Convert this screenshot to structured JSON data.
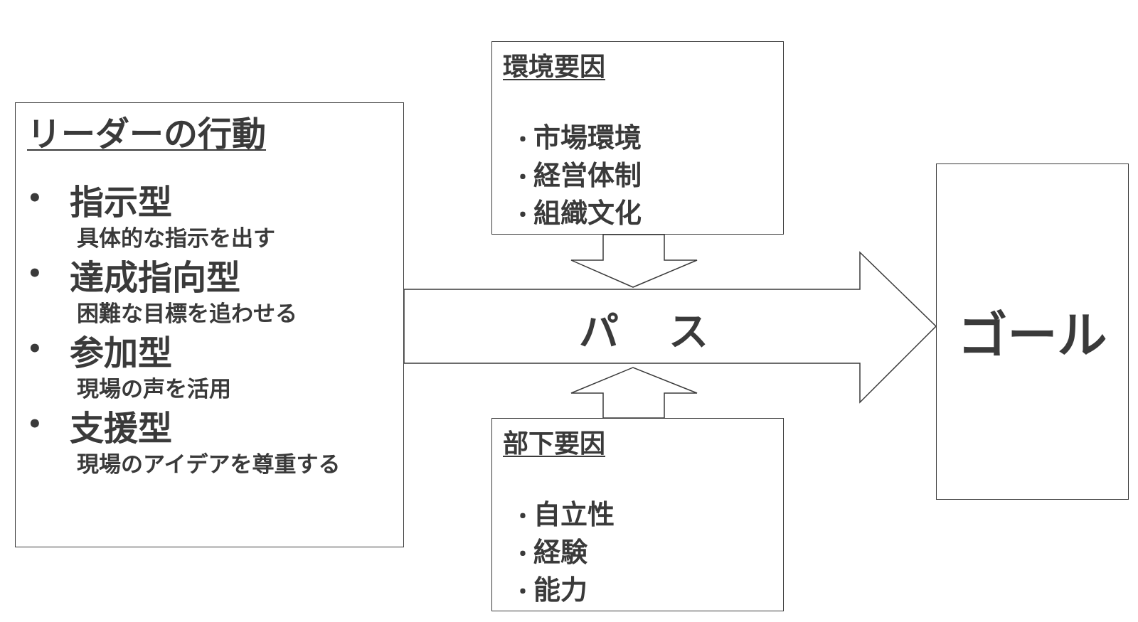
{
  "leader": {
    "title": "リーダーの行動",
    "items": [
      {
        "bullet": "•",
        "name": "指示型",
        "desc": "具体的な指示を出す"
      },
      {
        "bullet": "•",
        "name": "達成指向型",
        "desc": "困難な目標を追わせる"
      },
      {
        "bullet": "•",
        "name": "参加型",
        "desc": "現場の声を活用"
      },
      {
        "bullet": "•",
        "name": "支援型",
        "desc": "現場のアイデアを尊重する"
      }
    ]
  },
  "environment": {
    "title": "環境要因",
    "items": [
      {
        "dot": "・",
        "label": "市場環境"
      },
      {
        "dot": "・",
        "label": "経営体制"
      },
      {
        "dot": "・",
        "label": "組織文化"
      }
    ]
  },
  "subordinate": {
    "title": "部下要因",
    "items": [
      {
        "dot": "・",
        "label": "自立性"
      },
      {
        "dot": "・",
        "label": "経験"
      },
      {
        "dot": "・",
        "label": "能力"
      }
    ]
  },
  "path": {
    "label": "パス"
  },
  "goal": {
    "label": "ゴール"
  },
  "colors": {
    "stroke": "#3a3a3a",
    "background": "#ffffff",
    "text": "#3a3a3a"
  }
}
